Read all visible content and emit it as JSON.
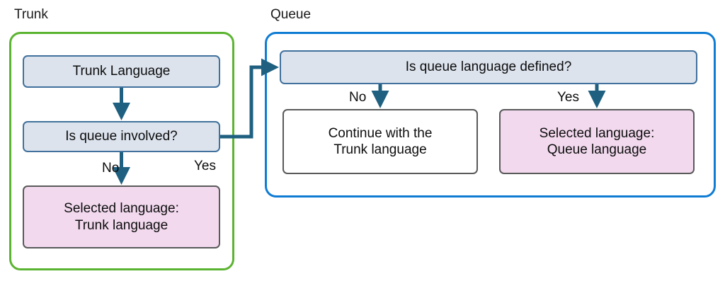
{
  "diagram": {
    "title_trunk": "Trunk",
    "title_queue": "Queue",
    "colors": {
      "trunk_group_border": "#5bb431",
      "queue_group_border": "#0f7cd4",
      "process_fill": "#dce3ed",
      "process_border": "#41719c",
      "terminal_pink_fill": "#f2d9ee",
      "terminal_border": "#5a5a5a",
      "arrow": "#1f6080",
      "text": "#0d0d0d"
    }
  },
  "trunk": {
    "label": "Trunk",
    "nodes": {
      "trunk_language": "Trunk Language",
      "is_queue_involved": "Is queue involved?",
      "selected_line1": "Selected language:",
      "selected_line2": "Trunk language"
    },
    "edges": {
      "no": "No",
      "yes": "Yes"
    }
  },
  "queue": {
    "label": "Queue",
    "nodes": {
      "is_queue_language_defined": "Is queue language defined?",
      "continue_line1": "Continue with the",
      "continue_line2": "Trunk language",
      "selected_line1": "Selected language:",
      "selected_line2": "Queue language"
    },
    "edges": {
      "no": "No",
      "yes": "Yes"
    }
  }
}
